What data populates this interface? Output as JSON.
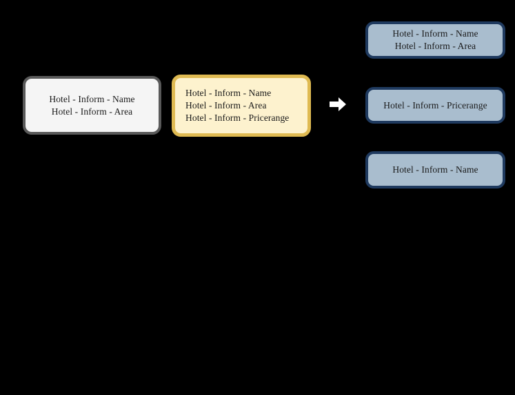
{
  "diagram": {
    "background_color": "#000000",
    "source_node": {
      "name": "source-act-set",
      "border_color": "#595959",
      "fill_color": "#f5f5f5",
      "lines": [
        "Hotel - Inform - Name",
        "Hotel - Inform - Area"
      ]
    },
    "highlight_node": {
      "name": "highlighted-act-set",
      "border_color": "#dfba52",
      "fill_color": "#fdf2ce",
      "lines": [
        "Hotel - Inform - Name",
        "Hotel - Inform - Area",
        "Hotel - Inform - Pricerange"
      ]
    },
    "arrow": {
      "name": "transform-arrow",
      "direction": "right",
      "color": "#ffffff"
    },
    "result_nodes": [
      {
        "name": "result-act-set-1",
        "border_color": "#1f3a5f",
        "fill_color": "#a9bdce",
        "lines": [
          "Hotel - Inform - Name",
          "Hotel - Inform - Area"
        ]
      },
      {
        "name": "result-act-set-2",
        "border_color": "#1f3a5f",
        "fill_color": "#a9bdce",
        "lines": [
          "Hotel - Inform - Pricerange"
        ]
      },
      {
        "name": "result-act-set-3",
        "border_color": "#1f3a5f",
        "fill_color": "#a9bdce",
        "lines": [
          "Hotel - Inform - Name"
        ]
      }
    ]
  }
}
